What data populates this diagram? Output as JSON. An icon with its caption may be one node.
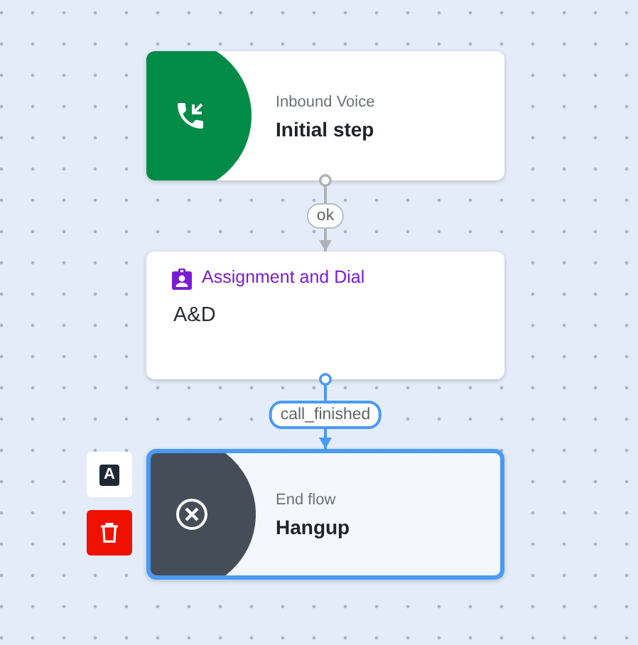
{
  "diagram": {
    "nodes": [
      {
        "text": [
          "Inbound Voice",
          "Initial step"
        ]
      },
      {
        "text": [
          "Assignment and Dial",
          "A&D"
        ]
      },
      {
        "text": [
          "End flow",
          "Hangup"
        ]
      }
    ],
    "edges": [
      {
        "from": 0,
        "to": 1,
        "arrow": "to",
        "label": "ok"
      },
      {
        "from": 1,
        "to": 2,
        "arrow": "to",
        "label": "call_finished",
        "color": "#4a9af4"
      }
    ],
    "labels": [
      "A"
    ]
  }
}
